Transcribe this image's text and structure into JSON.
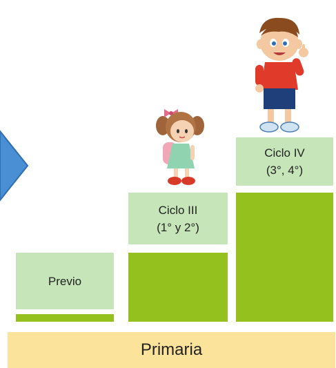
{
  "steps": [
    {
      "label_line1": "Previo",
      "label_line2": ""
    },
    {
      "label_line1": "Ciclo III",
      "label_line2": "(1° y 2°)"
    },
    {
      "label_line1": "Ciclo IV",
      "label_line2": "(3°, 4°)"
    }
  ],
  "base_label": "Primaria",
  "icons": {
    "arrow": "right-arrow-icon",
    "boy": "boy-thumbs-up-illustration",
    "girl": "girl-with-backpack-illustration"
  },
  "colors": {
    "arrow": "#4a8fd4",
    "label_box": "#c6e5b8",
    "block": "#95c11f",
    "base": "#fbe39b"
  }
}
